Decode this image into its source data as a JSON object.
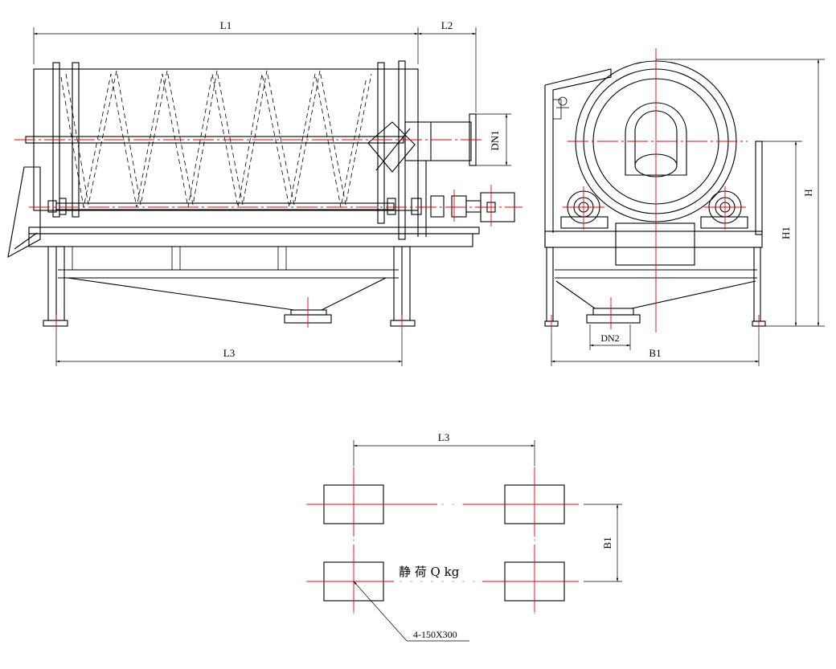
{
  "labels": {
    "L1": "L1",
    "L2": "L2",
    "L3": "L3",
    "DN1": "DN1",
    "DN2": "DN2",
    "B1": "B1",
    "H": "H",
    "H1": "H1",
    "plan_L3": "L3",
    "plan_B1": "B1",
    "static_load": "静 荷 Q kg",
    "anchor_spec": "4-150X300"
  },
  "colors": {
    "line": "#000000",
    "centerline": "#e8000b",
    "background": "#ffffff"
  }
}
